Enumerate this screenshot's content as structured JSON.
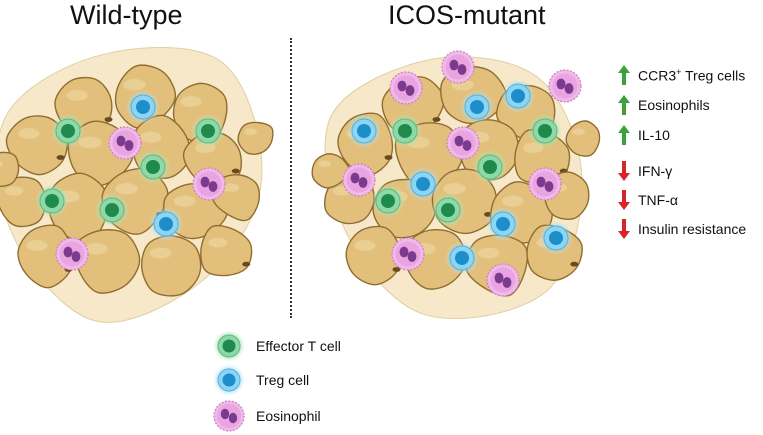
{
  "panels": {
    "left_title": "Wild-type",
    "right_title": "ICOS-mutant"
  },
  "effects": [
    {
      "direction": "up",
      "label": "CCR3",
      "superscript": "+",
      "suffix": " Treg cells",
      "color": "#3aa23a"
    },
    {
      "direction": "up",
      "label": "Eosinophils",
      "superscript": "",
      "suffix": "",
      "color": "#3aa23a"
    },
    {
      "direction": "up",
      "label": "IL-10",
      "superscript": "",
      "suffix": "",
      "color": "#3aa23a"
    },
    {
      "direction": "down",
      "label": "IFN-γ",
      "superscript": "",
      "suffix": "",
      "color": "#d9232a"
    },
    {
      "direction": "down",
      "label": "TNF-α",
      "superscript": "",
      "suffix": "",
      "color": "#d9232a"
    },
    {
      "direction": "down",
      "label": "Insulin resistance",
      "superscript": "",
      "suffix": "",
      "color": "#d9232a"
    }
  ],
  "legend": [
    {
      "icon": "effector-t-cell-icon",
      "label": "Effector T cell"
    },
    {
      "icon": "treg-cell-icon",
      "label": "Treg cell"
    },
    {
      "icon": "eosinophil-icon",
      "label": "Eosinophil"
    }
  ],
  "colors": {
    "adipocyte_fill": "#e2c07c",
    "adipocyte_stroke": "#8f6d30",
    "effector_t_cell": "#2f9e5e",
    "treg_cell": "#2b9fd6",
    "eosinophil": "#e7a6df",
    "eosinophil_nucleus": "#7a3a8e"
  }
}
